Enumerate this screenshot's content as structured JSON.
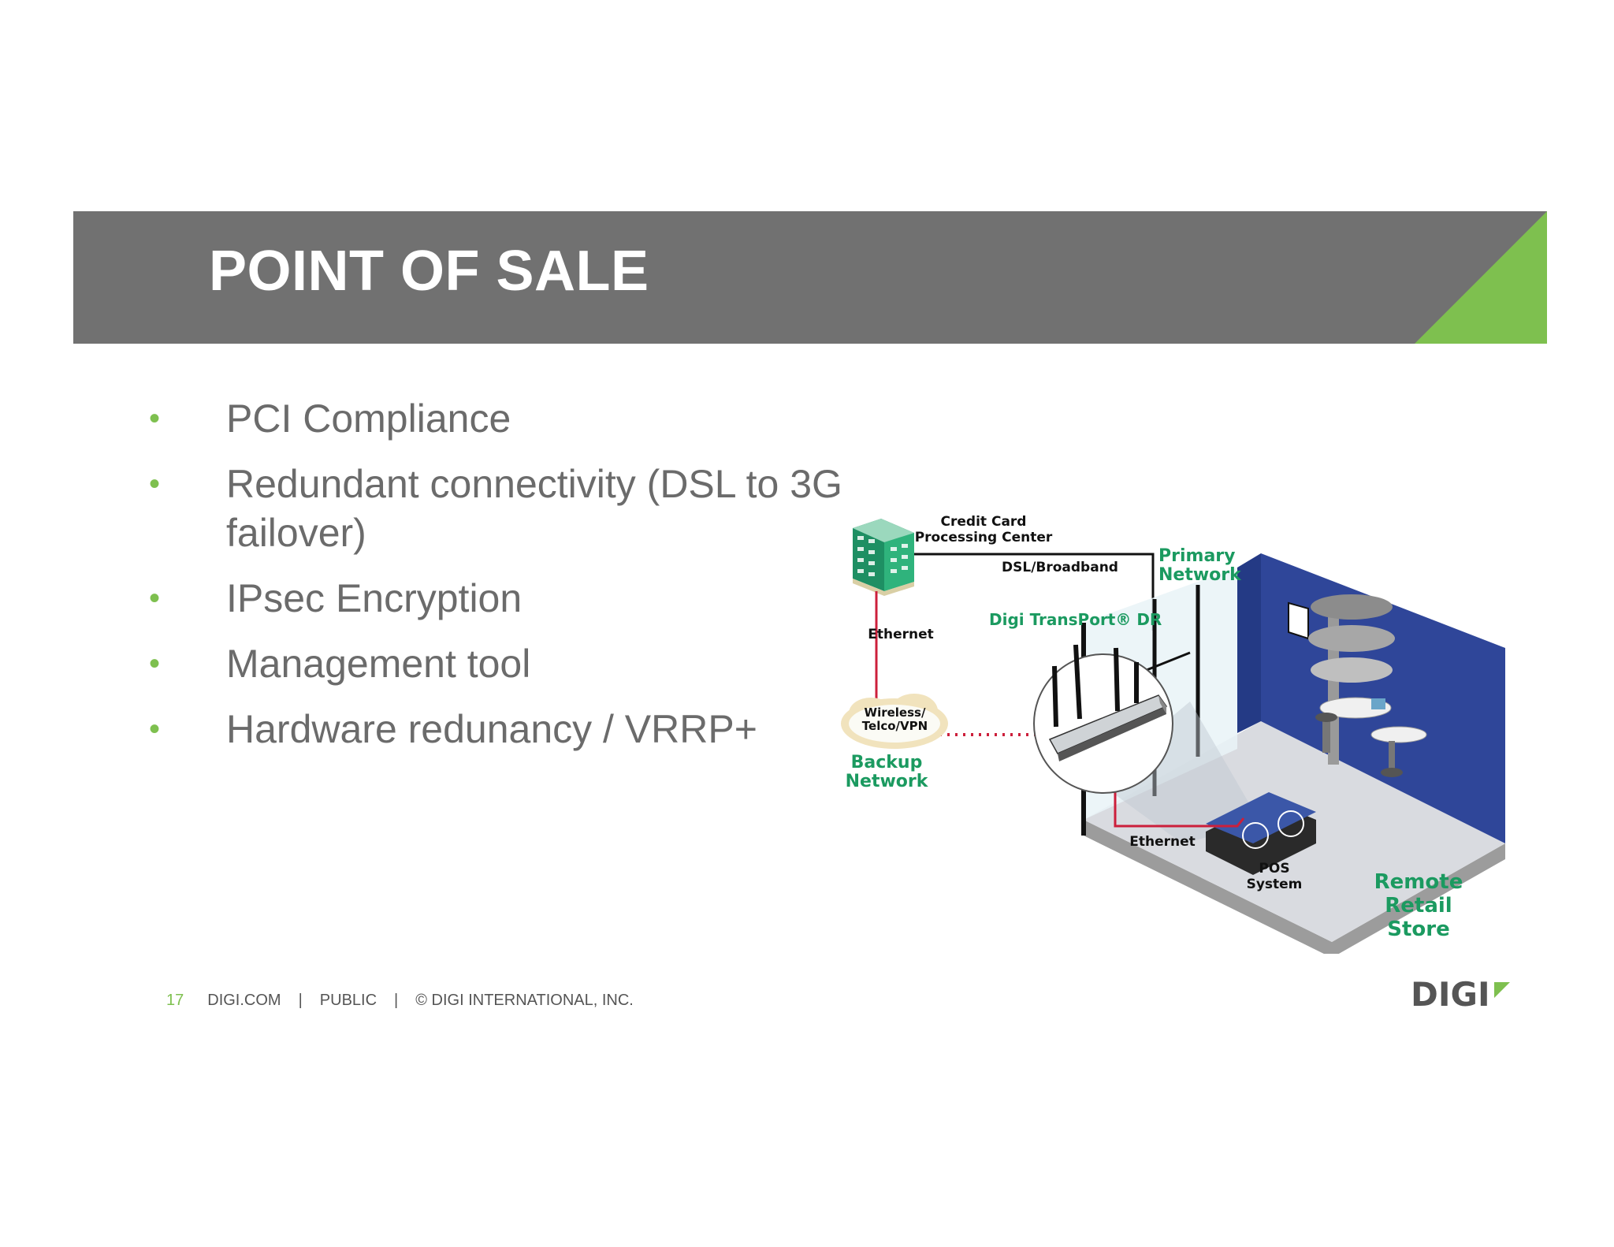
{
  "slide": {
    "title": "POINT OF SALE",
    "bullets": [
      "PCI Compliance",
      "Redundant connectivity (DSL to 3G failover)",
      "IPsec Encryption",
      "Management tool",
      "Hardware redunancy / VRRP+"
    ]
  },
  "diagram": {
    "credit_card_center": "Credit Card Processing Center",
    "dsl_broadband": "DSL/Broadband",
    "primary_network": "Primary Network",
    "device_name": "Digi TransPort® DR",
    "ethernet_top": "Ethernet",
    "wireless_cloud": "Wireless/ Telco/VPN",
    "backup_network": "Backup Network",
    "ethernet_bottom": "Ethernet",
    "pos_system": "POS System",
    "remote_retail_store": "Remote Retail Store"
  },
  "footer": {
    "page_number": "17",
    "site": "DIGI.COM",
    "separator": "|",
    "classification": "PUBLIC",
    "copyright": "© DIGI INTERNATIONAL, INC."
  },
  "logo": {
    "text": "DIGI"
  },
  "colors": {
    "title_bar": "#717171",
    "accent_green": "#7ec04f",
    "diagram_green": "#1b9a60",
    "body_text": "#6b6b6b",
    "store_wall": "#2f4699",
    "line_red": "#cc1f3b"
  }
}
